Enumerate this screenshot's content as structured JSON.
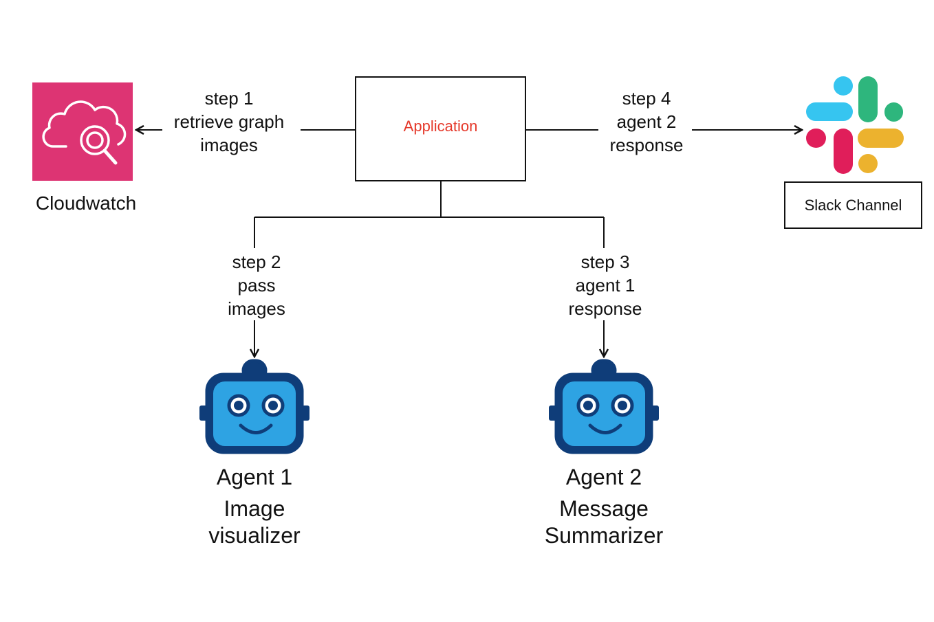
{
  "application": {
    "label": "Application",
    "label_color": "#e5392b"
  },
  "cloudwatch": {
    "label": "Cloudwatch",
    "tile_color": "#dd3473"
  },
  "slack": {
    "label": "Slack Channel",
    "colors": {
      "blue": "#36c5f0",
      "green": "#2eb67d",
      "red": "#e01e5a",
      "yellow": "#ecb22e"
    }
  },
  "steps": [
    {
      "lines": [
        "step 1",
        "retrieve graph",
        "images"
      ]
    },
    {
      "lines": [
        "step 2",
        "pass",
        "images"
      ]
    },
    {
      "lines": [
        "step 3",
        "agent 1",
        "response"
      ]
    },
    {
      "lines": [
        "step 4",
        "agent 2",
        "response"
      ]
    }
  ],
  "agents": [
    {
      "name": "Agent 1",
      "role_lines": [
        "Image",
        "visualizer"
      ]
    },
    {
      "name": "Agent 2",
      "role_lines": [
        "Message",
        "Summarizer"
      ]
    }
  ],
  "robot_colors": {
    "body": "#2ea3e3",
    "outline": "#0f3d79"
  }
}
